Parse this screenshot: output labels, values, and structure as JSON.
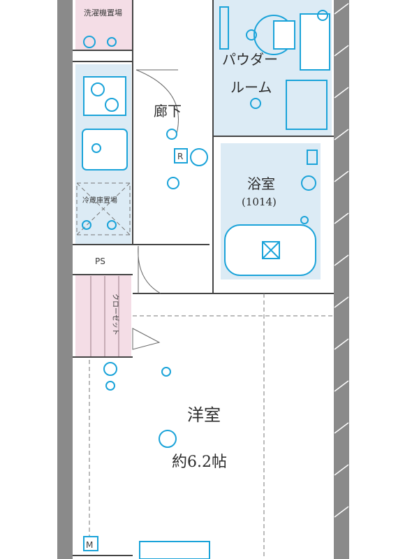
{
  "rooms": {
    "powder_line1": "パウダー",
    "powder_line2": "ルーム",
    "hallway": "廊下",
    "bath": "浴室",
    "bath_size": "(1014)",
    "western_room": "洋室",
    "western_size": "約6.2帖",
    "ps": "PS",
    "washer": "洗濯機置場",
    "fridge": "冷蔵庫置場",
    "closet": "クローゼット"
  },
  "symbols": {
    "refrigerator_outlet": "R",
    "multimedia": "M"
  },
  "colors": {
    "wet_area": "#dcebf5",
    "closet_area": "#f4dde6",
    "wall": "#8a8a8a",
    "fixture_stroke": "#1aa3d9"
  }
}
